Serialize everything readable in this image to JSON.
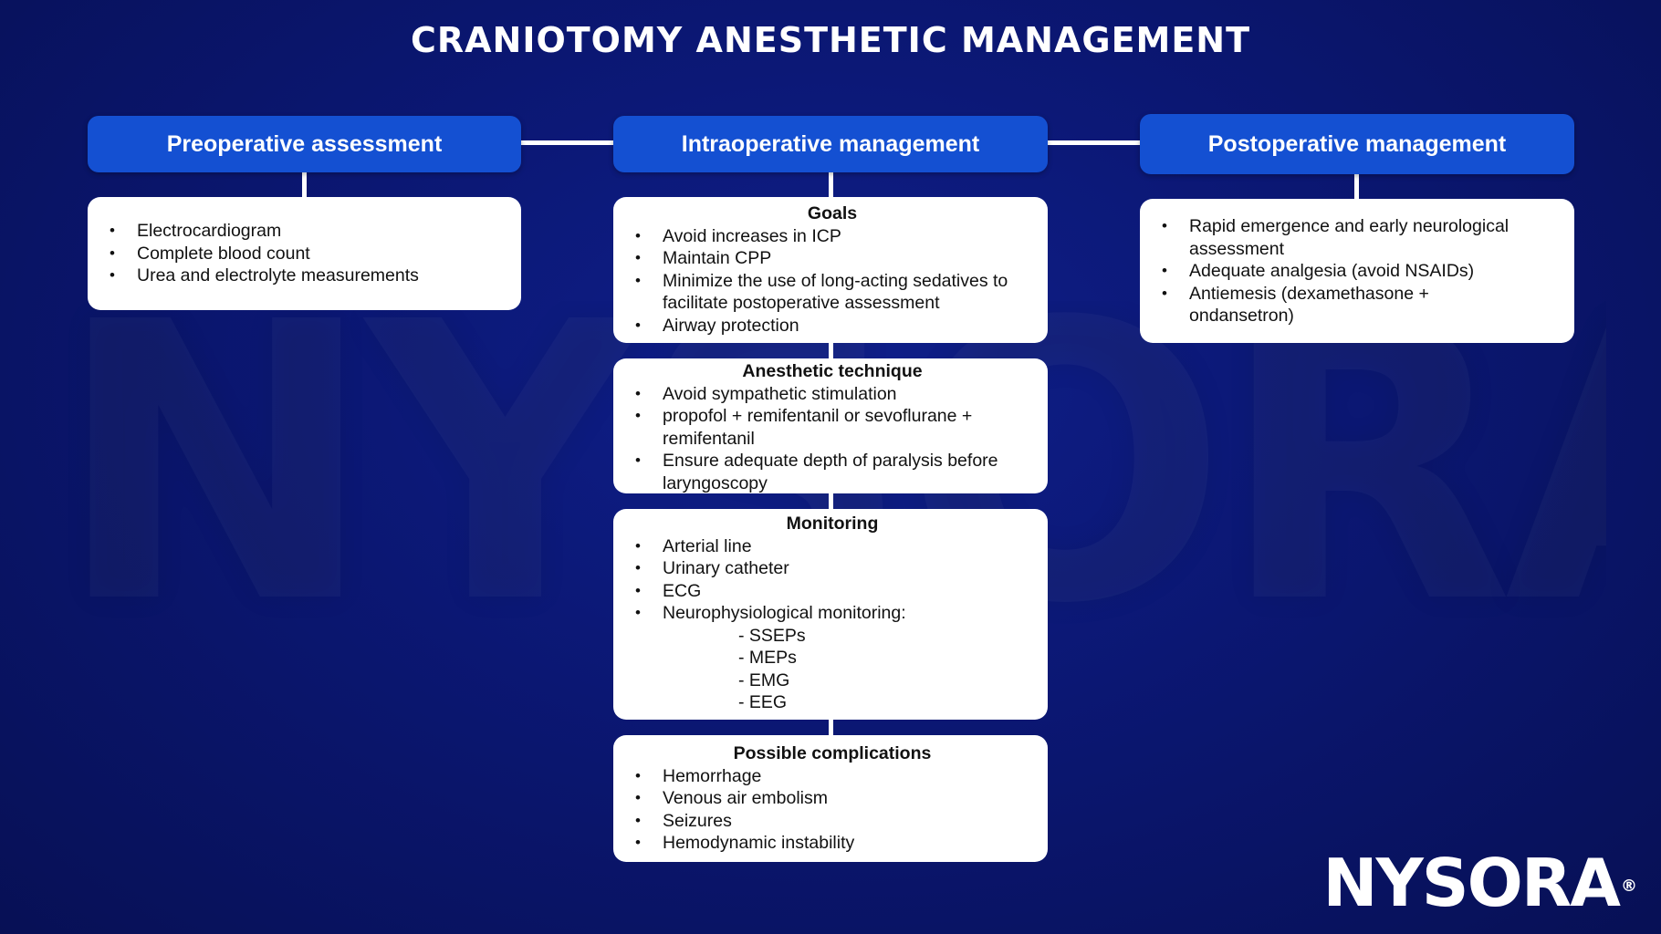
{
  "title": "CRANIOTOMY ANESTHETIC MANAGEMENT",
  "watermark": "NYSORA",
  "logo": {
    "text": "NYSORA",
    "registered": "®"
  },
  "columns": {
    "preop": {
      "header": "Preoperative assessment",
      "items": [
        "Electrocardiogram",
        "Complete blood count",
        "Urea and electrolyte measurements"
      ]
    },
    "intraop": {
      "header": "Intraoperative management",
      "goals": {
        "title": "Goals",
        "items": [
          "Avoid increases in ICP",
          "Maintain CPP",
          "Minimize the use of long-acting sedatives to facilitate postoperative assessment",
          "Airway protection"
        ]
      },
      "technique": {
        "title": "Anesthetic technique",
        "items": [
          "Avoid sympathetic stimulation",
          "propofol + remifentanil or sevoflurane + remifentanil",
          "Ensure adequate depth of paralysis before laryngoscopy"
        ]
      },
      "monitoring": {
        "title": "Monitoring",
        "items": [
          "Arterial line",
          "Urinary catheter",
          "ECG",
          "Neurophysiological monitoring:"
        ],
        "subitems": [
          "- SSEPs",
          "- MEPs",
          "- EMG",
          "- EEG"
        ]
      },
      "complications": {
        "title": "Possible complications",
        "items": [
          "Hemorrhage",
          "Venous air embolism",
          "Seizures",
          "Hemodynamic instability"
        ]
      }
    },
    "postop": {
      "header": "Postoperative management",
      "items": [
        "Rapid emergence and early neurological assessment",
        "Adequate analgesia (avoid NSAIDs)",
        "Antiemesis (dexamethasone + ondansetron)"
      ]
    }
  },
  "colors": {
    "background": "#0b1773",
    "header": "#1450d2",
    "card": "#ffffff",
    "text": "#111111"
  }
}
